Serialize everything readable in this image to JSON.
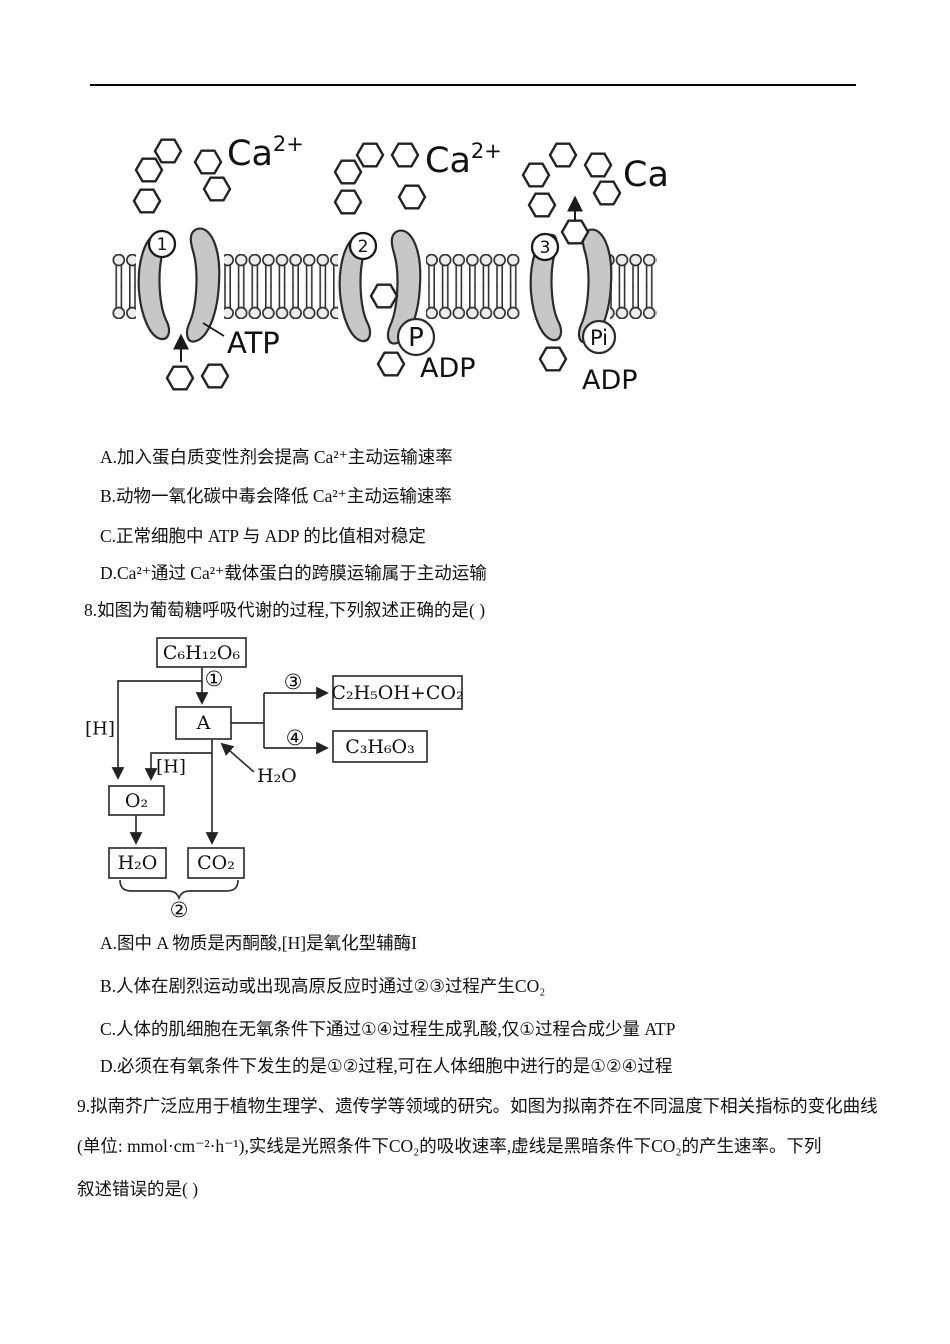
{
  "membrane": {
    "ca_base": "Ca",
    "ca_sup": "2+",
    "protein1": "1",
    "protein2": "2",
    "protein3": "3",
    "atp": "ATP",
    "p": "P",
    "adp1": "ADP",
    "pi": "Pi",
    "adp2": "ADP"
  },
  "flowchart": {
    "glucose": "C₆H₁₂O₆",
    "a": "A",
    "ethanol": "C₂H₅OH+CO₂",
    "lactate": "C₃H₆O₃",
    "o2": "O₂",
    "h2o": "H₂O",
    "co2": "CO₂",
    "water_in": "H₂O",
    "h_left": "[H]",
    "h_mid": "[H]",
    "step1": "①",
    "step2": "②",
    "step3": "③",
    "step4": "④"
  },
  "q7": {
    "options": [
      "A.加入蛋白质变性剂会提高 Ca²⁺主动运输速率",
      "B.动物一氧化碳中毒会降低 Ca²⁺主动运输速率",
      "C.正常细胞中 ATP 与 ADP 的比值相对稳定",
      "D.Ca²⁺通过 Ca²⁺载体蛋白的跨膜运输属于主动运输"
    ]
  },
  "q8": {
    "stem": "8.如图为葡萄糖呼吸代谢的过程,下列叙述正确的是(  )",
    "options": [
      "A.图中 A 物质是丙酮酸,[H]是氧化型辅酶I",
      "B.人体在剧烈运动或出现高原反应时通过②③过程产生CO₂",
      "C.人体的肌细胞在无氧条件下通过①④过程生成乳酸,仅①过程合成少量 ATP",
      "D.必须在有氧条件下发生的是①②过程,可在人体细胞中进行的是①②④过程"
    ]
  },
  "q9": {
    "lines": [
      "9.拟南芥广泛应用于植物生理学、遗传学等领域的研究。如图为拟南芥在不同温度下相关指标的变化曲线",
      "(单位: mmol·cm⁻²·h⁻¹),实线是光照条件下CO₂的吸收速率,虚线是黑暗条件下CO₂的产生速率。下列",
      "叙述错误的是(  )"
    ]
  }
}
